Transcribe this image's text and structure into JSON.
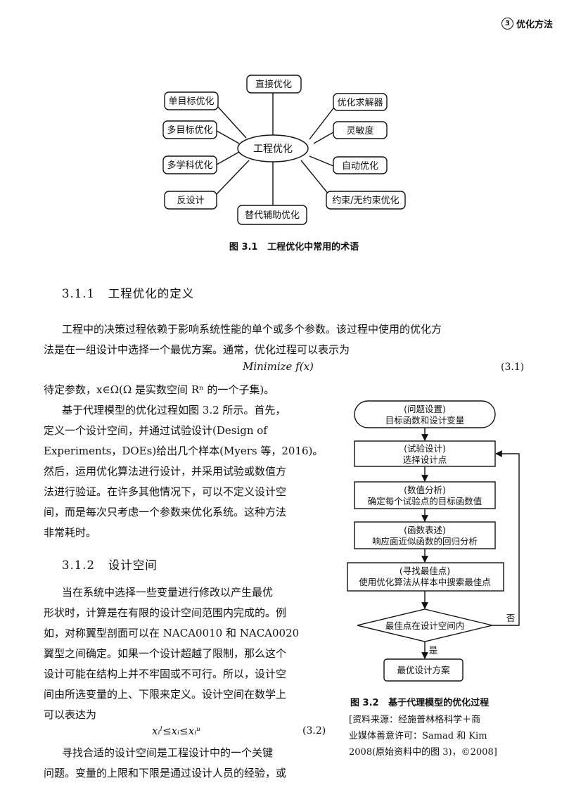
{
  "header": {
    "chapter_no": "3",
    "section_title": "优化方法"
  },
  "figure1": {
    "center": "工程优化",
    "terms": [
      "直接优化",
      "优化求解器",
      "灵敏度",
      "自动优化",
      "约束/无约束优化",
      "替代辅助优化",
      "反设计",
      "多学科优化",
      "多目标优化",
      "单目标优化"
    ],
    "caption_label": "图 3.1",
    "caption_text": "工程优化中常用的术语"
  },
  "section_311": {
    "number": "3.1.1",
    "title": "工程优化的定义",
    "para1_line1": "工程中的决策过程依赖于影响系统性能的单个或多个参数。该过程中使用的优化方",
    "para1_line2": "法是在一组设计中选择一个最优方案。通常，优化过程可以表示为",
    "eq1": "Minimize f(x)",
    "eq1_no": "(3.1)",
    "para2": "待定参数，x∈Ω(Ω 是实数空间 Rⁿ 的一个子集)。",
    "para3_lines": [
      "基于代理模型的优化过程如图 3.2 所示。首先，",
      "定义一个设计空间，并通过试验设计(Design of",
      "Experiments，DOEs)给出几个样本(Myers 等，2016)。",
      "然后，运用优化算法进行设计，并采用试验或数值方",
      "法进行验证。在许多其他情况下，可以不定义设计空",
      "间，而是每次只考虑一个参数来优化系统。这种方法",
      "非常耗时。"
    ]
  },
  "section_312": {
    "number": "3.1.2",
    "title": "设计空间",
    "para_lines": [
      "当在系统中选择一些变量进行修改以产生最优",
      "形状时，计算是在有限的设计空间范围内完成的。例",
      "如，对称翼型剖面可以在 NACA0010 和 NACA0020",
      "翼型之间确定。如果一个设计超越了限制，那么这个",
      "设计可能在结构上并不牢固或不可行。所以，设计空",
      "间由所选变量的上、下限来定义。设计空间在数学上",
      "可以表达为"
    ],
    "eq2": "xᵢˡ≤xᵢ≤xᵢᵘ",
    "eq2_no": "(3.2)",
    "para_end_lines": [
      "寻找合适的设计空间是工程设计中的一个关键",
      "问题。变量的上限和下限是通过设计人员的经验，或"
    ]
  },
  "figure2": {
    "steps": [
      {
        "title": "(问题设置)",
        "desc": "目标函数和设计变量"
      },
      {
        "title": "(试验设计)",
        "desc": "选择设计点"
      },
      {
        "title": "(数值分析)",
        "desc": "确定每个试验点的目标函数值"
      },
      {
        "title": "(函数表述)",
        "desc": "响应面近似函数的回归分析"
      },
      {
        "title": "(寻找最佳点)",
        "desc": "使用优化算法从样本中搜索最佳点"
      }
    ],
    "decision": "最佳点在设计空间内",
    "no_label": "否",
    "yes_label": "是",
    "final": "最优设计方案",
    "caption_label": "图 3.2",
    "caption_text": "基于代理模型的优化过程",
    "source_lines": [
      "[资料来源：经施普林格科学＋商",
      "业媒体善意许可：Samad 和 Kim",
      "2008(原始资料中的图 3)，©2008]"
    ]
  }
}
